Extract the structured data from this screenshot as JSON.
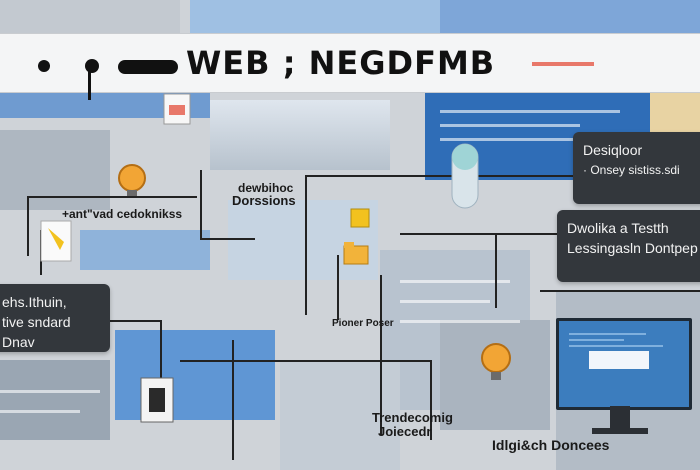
{
  "banner": {
    "title": "WEB ; NEGDFMB"
  },
  "callouts": {
    "top_right_line1": "Desiqloor",
    "top_right_line2": "· Onsey sistiss.sdi",
    "mid_right_line1": "Dwolika a Testth",
    "mid_right_line2": "Lessingasln Dontpep",
    "left_line1": "ehs.Ithuin,",
    "left_line2": "tive sndard Dnav"
  },
  "labels": {
    "antvsed": "+ant\"vad cedoknikss",
    "dewbihoc": "dewbihoc",
    "dorsions": "Dorssions",
    "pioneer": "Pioner Poser",
    "trendecomig_line1": "Trendecomig",
    "trendecomig_line2": "Joiecedr",
    "idlgieh": "Idlgi&ch Doncees"
  },
  "colors": {
    "banner_bg": "#f4f5f6",
    "callout_bg": "#33373c",
    "accent_blue": "#3c7dbe",
    "accent_orange": "#f2a535",
    "accent_red": "#e8786a"
  }
}
